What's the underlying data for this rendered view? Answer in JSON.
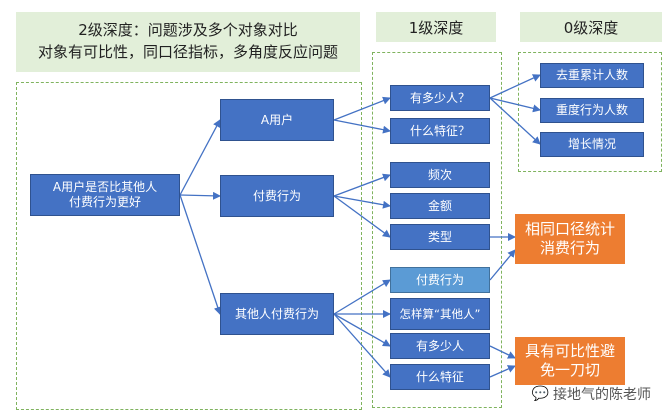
{
  "headers": {
    "depth2_line1": "2级深度：问题涉及多个对象对比",
    "depth2_line2": "对象有可比性，同口径指标，多角度反应问题",
    "depth1": "1级深度",
    "depth0": "0级深度"
  },
  "nodes": {
    "root": "A用户是否比其他人付费行为更好",
    "a_user": "A用户",
    "pay_behavior": "付费行为",
    "others_pay": "其他人付费行为",
    "how_many": "有多少人？",
    "features": "什么特征？",
    "dedup_count": "去重累计人数",
    "repeat_count": "重度行为人数",
    "growth": "增长情况",
    "frequency": "频次",
    "amount": "金额",
    "type": "类型",
    "others_pay_child": "付费行为",
    "define_others": "怎样算“其他人”",
    "others_how_many": "有多少人",
    "others_features": "什么特征"
  },
  "notes": {
    "same_metric": "相同口径统计消费行为",
    "comparable": "具有可比性避免一刀切"
  },
  "watermark": "接地气的陈老师",
  "colors": {
    "blue": "#4472c4",
    "light_blue": "#5b9bd5",
    "orange": "#ed7d31",
    "green_bg": "#e2efd9",
    "dash": "#7fb35e"
  }
}
